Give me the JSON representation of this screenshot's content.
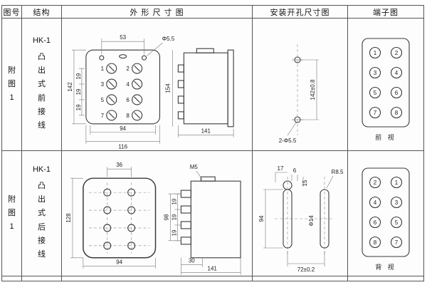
{
  "header": {
    "figno": "图号",
    "structure": "结构",
    "outline": "外 形 尺 寸 图",
    "install": "安装开孔尺寸图",
    "terminal": "端子图"
  },
  "r1": {
    "fig": "附图1",
    "model": "HK-1",
    "structure": "凸出式前接线",
    "o": {
      "d53": "53",
      "dphi": "Φ5.5",
      "d142": "142",
      "s1": "19",
      "s2": "19",
      "s3": "19",
      "d94": "94",
      "d116": "116",
      "d154": "154",
      "d141": "141",
      "t": [
        "1",
        "2",
        "3",
        "4",
        "5",
        "6",
        "7",
        "8"
      ]
    },
    "i": {
      "d": "142±0.8",
      "holes": "2-Φ5.5"
    },
    "t": {
      "left": [
        "1",
        "3",
        "5",
        "7"
      ],
      "right": [
        "2",
        "4",
        "6",
        "8"
      ],
      "view": "前 视"
    }
  },
  "r2": {
    "fig": "附图1",
    "model": "HK-1",
    "structure": "凸出式后接线",
    "o": {
      "d36": "36",
      "d128": "128",
      "d94": "94",
      "m5": "M5",
      "d98": "98",
      "s1": "19",
      "s2": "19",
      "s3": "19",
      "d30": "30",
      "d141": "141"
    },
    "i": {
      "d17": "17",
      "d6": "6",
      "d15": "15",
      "d94": "94",
      "phi": "Φ14",
      "r": "R8.5",
      "d72": "72±0.2"
    },
    "t": {
      "left": [
        "2",
        "4",
        "6",
        "8"
      ],
      "right": [
        "1",
        "3",
        "5",
        "7"
      ],
      "view": "背 视"
    }
  }
}
